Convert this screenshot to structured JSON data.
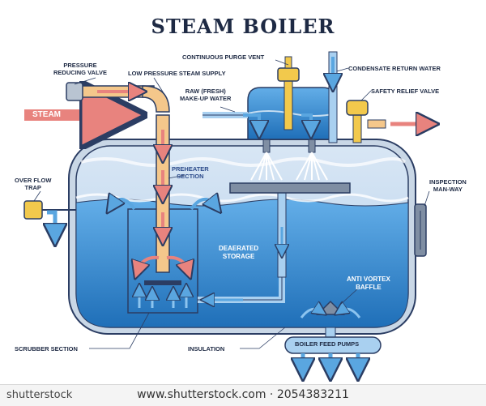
{
  "title": "STEAM BOILER",
  "labels": {
    "continuous_purge_vent": "CONTINUOUS PURGE VENT",
    "pressure_reducing_valve": "PRESSURE\nREDUCING VALVE",
    "low_pressure_steam_supply": "LOW PRESSURE STEAM SUPPLY",
    "condensate_return_water": "CONDENSATE RETURN WATER",
    "raw_make_up_water": "RAW (FRESH)\nMAKE-UP WATER",
    "safety_relief_valve": "SAFETY RELIEF VALVE",
    "steam": "STEAM",
    "preheater_section": "PREHEATER\nSECTION",
    "over_flow_trap": "OVER FLOW\nTRAP",
    "inspection_man_way": "INSPECTION\nMAN-WAY",
    "deaerated_storage": "DEAERATED\nSTORAGE",
    "anti_vortex_baffle": "ANTI VORTEX\nBAFFLE",
    "scrubber_section": "SCRUBBER SECTION",
    "insulation": "INSULATION",
    "boiler_feed_pumps": "BOILER FEED PUMPS"
  },
  "footer": {
    "site": "www.shutterstock.com · 2054383211",
    "brand": "shutterstock"
  },
  "colors": {
    "outline": "#2b3d63",
    "water": "#3a8fd6",
    "water_light": "#8cc4ef",
    "steam_arrow": "#e8837e",
    "steam_pipe": "#f4c78b",
    "valve_yellow": "#f2c94c",
    "pipe_blue": "#a9d0f0"
  }
}
